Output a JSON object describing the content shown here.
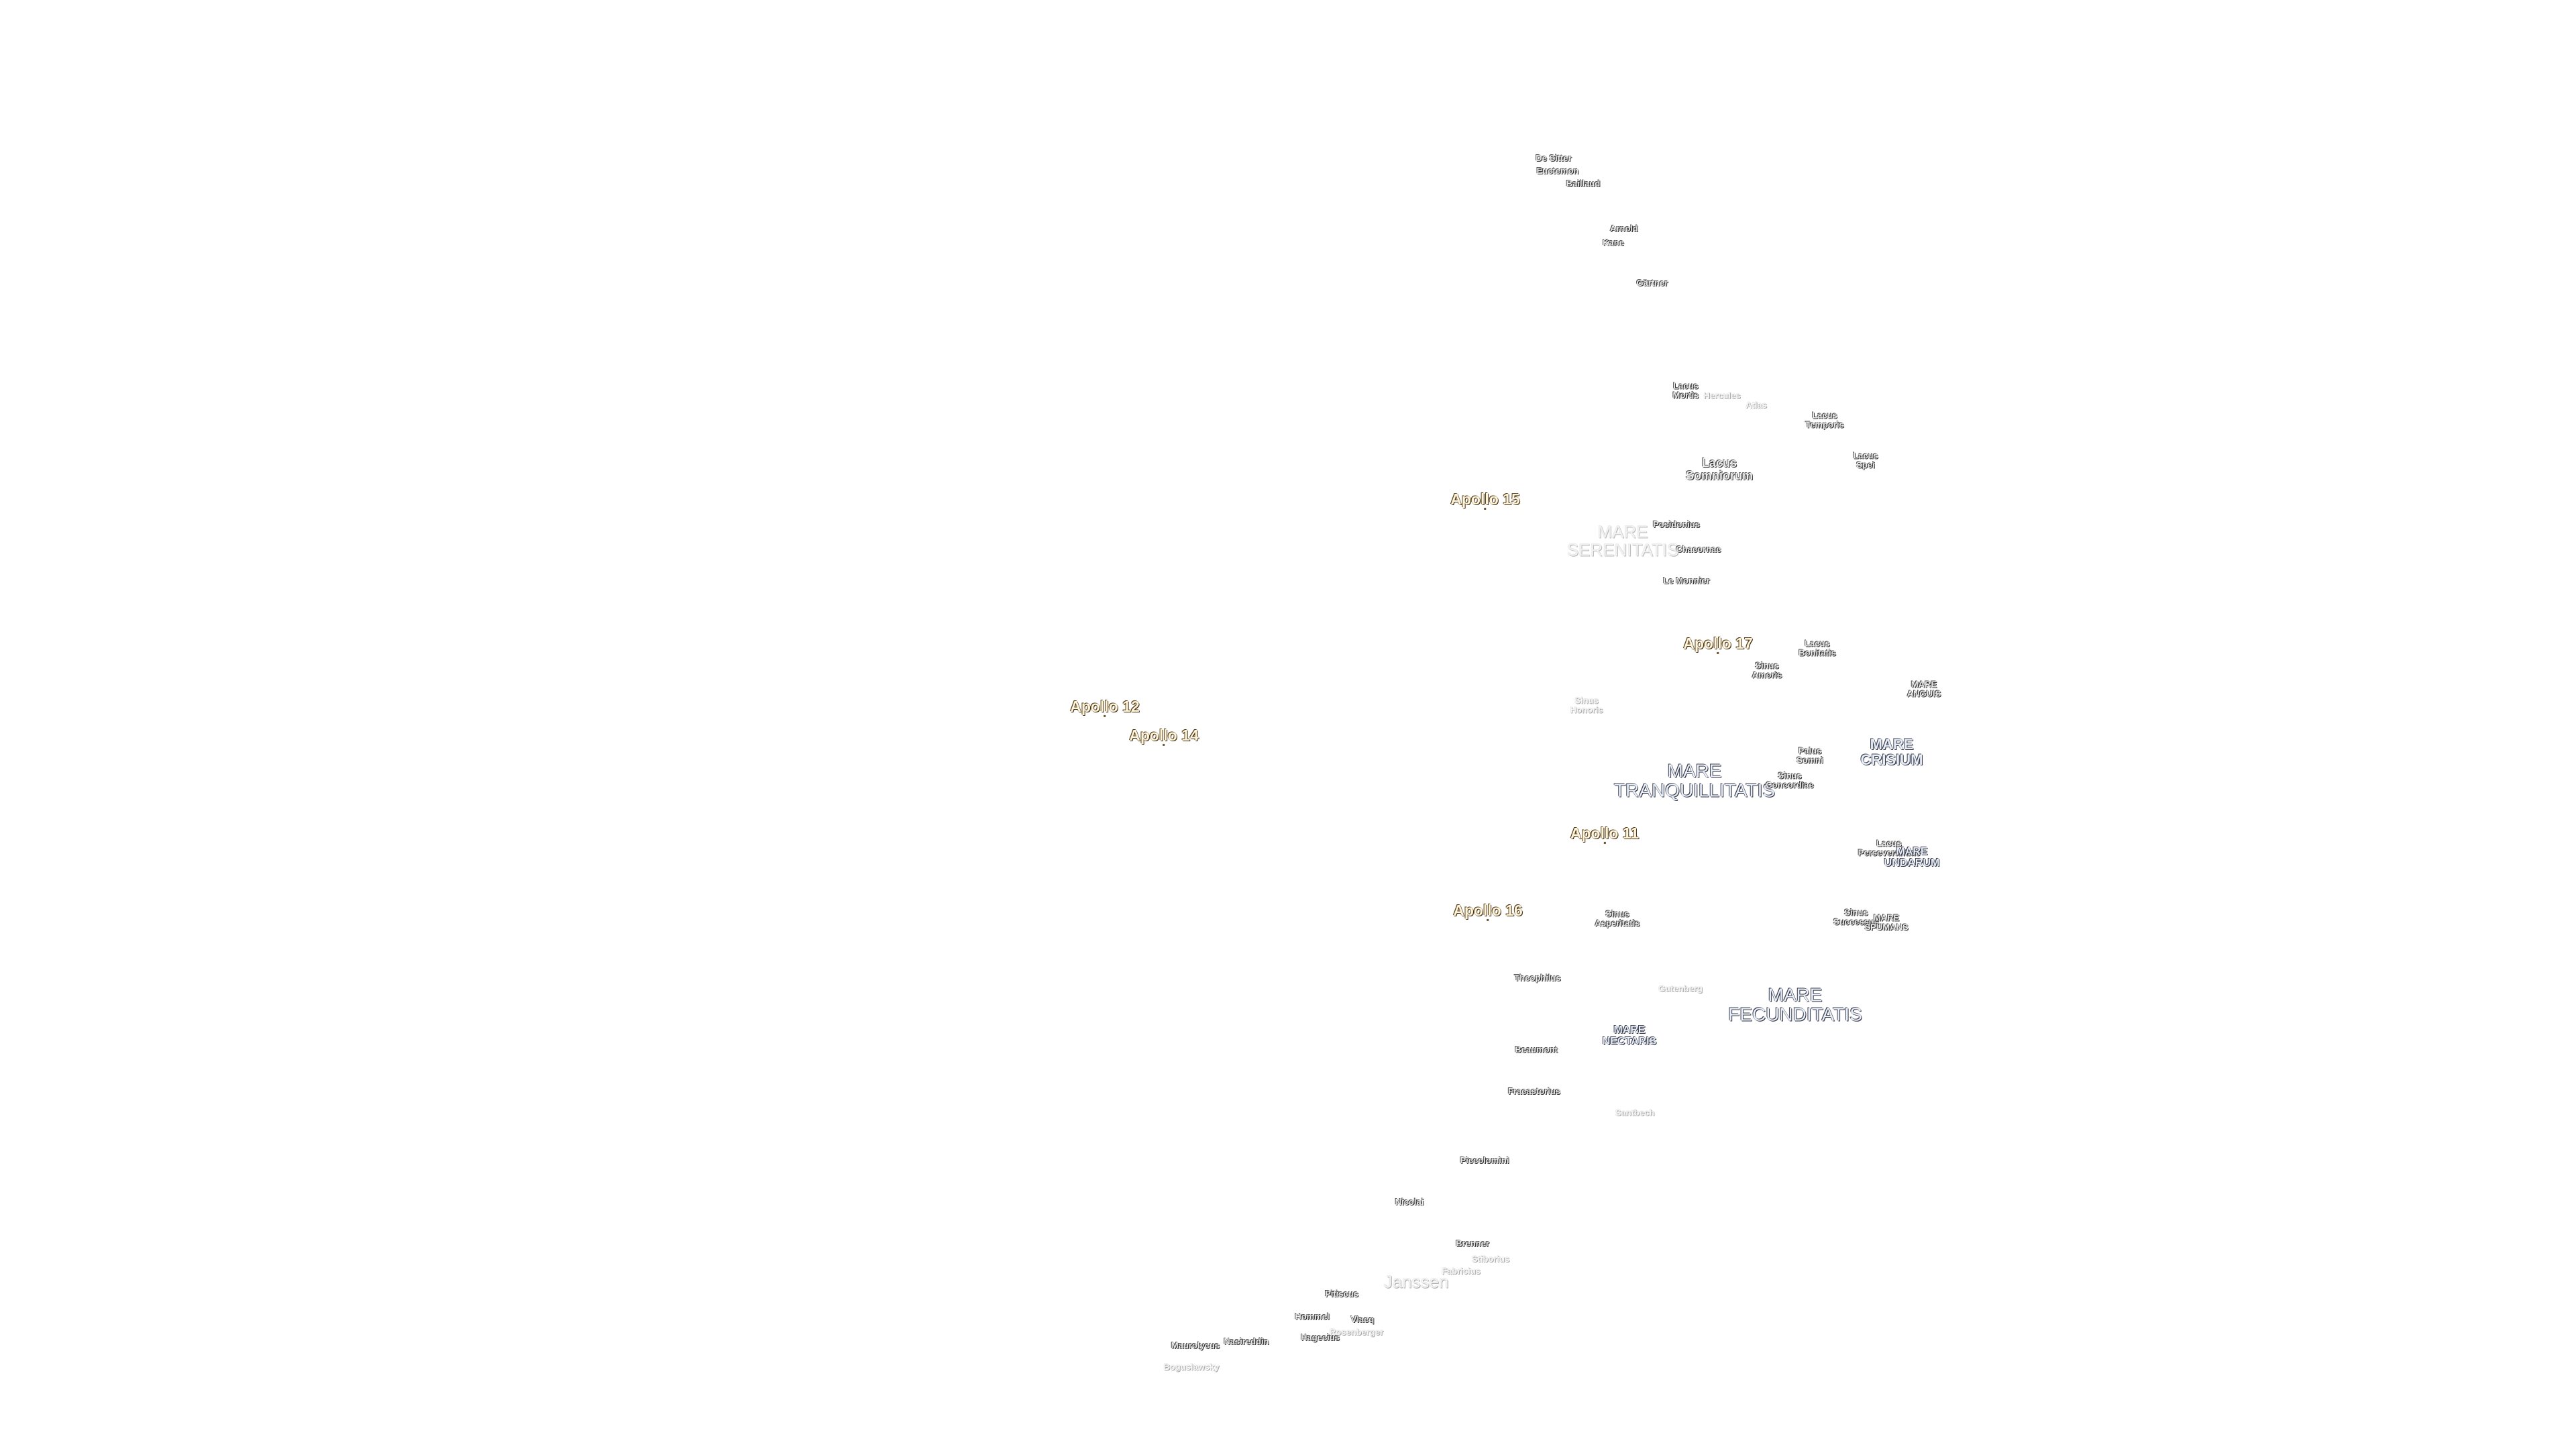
{
  "map": {
    "features": [
      {
        "id": "de-sitter",
        "lines": [
          "De Sitter"
        ],
        "style": "sm"
      },
      {
        "id": "euctemon",
        "lines": [
          "Euctemon"
        ],
        "style": "sm"
      },
      {
        "id": "baillaud",
        "lines": [
          "Baillaud"
        ],
        "style": "sm"
      },
      {
        "id": "arnold",
        "lines": [
          "Arnold"
        ],
        "style": "sm"
      },
      {
        "id": "kane",
        "lines": [
          "Kane"
        ],
        "style": "sm"
      },
      {
        "id": "gartner",
        "lines": [
          "Gärtner"
        ],
        "style": "sm"
      },
      {
        "id": "lacus-mortis",
        "lines": [
          "Lacus",
          "Mortis"
        ],
        "style": "sm"
      },
      {
        "id": "hercules",
        "lines": [
          "Hercules"
        ],
        "style": "faint"
      },
      {
        "id": "atlas",
        "lines": [
          "Atlas"
        ],
        "style": "faint"
      },
      {
        "id": "lacus-temporis",
        "lines": [
          "Lacus",
          "Temporis"
        ],
        "style": "sm"
      },
      {
        "id": "lacus-somniorum",
        "lines": [
          "Lacus",
          "Somniorum"
        ],
        "style": "md"
      },
      {
        "id": "lacus-spei",
        "lines": [
          "Lacus",
          "Spei"
        ],
        "style": "sm"
      },
      {
        "id": "apollo-15",
        "lines": [
          "Apollo 15"
        ],
        "style": "apollo"
      },
      {
        "id": "mare-serenitatis",
        "lines": [
          "MARE",
          "SERENITATIS"
        ],
        "style": "mare-faint"
      },
      {
        "id": "posidonius",
        "lines": [
          "Posidonius"
        ],
        "style": "sm"
      },
      {
        "id": "chacornac",
        "lines": [
          "Chacornac"
        ],
        "style": "sm"
      },
      {
        "id": "le-monnier",
        "lines": [
          "Le Monnier"
        ],
        "style": "sm"
      },
      {
        "id": "apollo-17",
        "lines": [
          "Apollo 17"
        ],
        "style": "apollo"
      },
      {
        "id": "lacus-bonitatis",
        "lines": [
          "Lacus",
          "Bonitatis"
        ],
        "style": "sm"
      },
      {
        "id": "sinus-amoris",
        "lines": [
          "Sinus",
          "Amoris"
        ],
        "style": "sm"
      },
      {
        "id": "mare-anguis",
        "lines": [
          "MARE",
          "ANGUIS"
        ],
        "style": "sm"
      },
      {
        "id": "apollo-12",
        "lines": [
          "Apollo 12"
        ],
        "style": "apollo"
      },
      {
        "id": "apollo-14",
        "lines": [
          "Apollo 14"
        ],
        "style": "apollo"
      },
      {
        "id": "sinus-honoris",
        "lines": [
          "Sinus",
          "Honoris"
        ],
        "style": "faint"
      },
      {
        "id": "palus-somni",
        "lines": [
          "Palus",
          "Somni"
        ],
        "style": "sm"
      },
      {
        "id": "mare-crisium",
        "lines": [
          "MARE",
          "CRISIUM"
        ],
        "style": "mare-md"
      },
      {
        "id": "mare-tranquillitatis",
        "lines": [
          "MARE",
          "TRANQUILLITATIS"
        ],
        "style": "mare-lg"
      },
      {
        "id": "sinus-concordiae",
        "lines": [
          "Sinus",
          "Concordiae"
        ],
        "style": "sm"
      },
      {
        "id": "apollo-11",
        "lines": [
          "Apollo 11"
        ],
        "style": "apollo"
      },
      {
        "id": "lacus-perseverantiae",
        "lines": [
          "Lacus",
          "Perseverantiae"
        ],
        "style": "sm"
      },
      {
        "id": "mare-undarum",
        "lines": [
          "MARE",
          "UNDARUM"
        ],
        "style": "mare-sm"
      },
      {
        "id": "apollo-16",
        "lines": [
          "Apollo 16"
        ],
        "style": "apollo"
      },
      {
        "id": "sinus-asperitatis",
        "lines": [
          "Sinus",
          "Asperitatis"
        ],
        "style": "sm"
      },
      {
        "id": "sinus-successus",
        "lines": [
          "Sinus",
          "Successus"
        ],
        "style": "sm"
      },
      {
        "id": "mare-spumans",
        "lines": [
          "MARE",
          "SPUMANS"
        ],
        "style": "sm"
      },
      {
        "id": "theophilus",
        "lines": [
          "Theophilus"
        ],
        "style": "sm"
      },
      {
        "id": "gutenberg",
        "lines": [
          "Gutenberg"
        ],
        "style": "faint"
      },
      {
        "id": "mare-fecunditatis",
        "lines": [
          "MARE",
          "FECUNDITATIS"
        ],
        "style": "mare-lg"
      },
      {
        "id": "mare-nectaris",
        "lines": [
          "MARE",
          "NECTARIS"
        ],
        "style": "mare-sm"
      },
      {
        "id": "beaumont",
        "lines": [
          "Beaumont"
        ],
        "style": "sm"
      },
      {
        "id": "fracastorius",
        "lines": [
          "Fracastorius"
        ],
        "style": "sm"
      },
      {
        "id": "santbech",
        "lines": [
          "Santbech"
        ],
        "style": "faint"
      },
      {
        "id": "piccolomini",
        "lines": [
          "Piccolomini"
        ],
        "style": "sm"
      },
      {
        "id": "nicolai",
        "lines": [
          "Nicolai"
        ],
        "style": "sm"
      },
      {
        "id": "brenner",
        "lines": [
          "Brenner"
        ],
        "style": "sm"
      },
      {
        "id": "stiborius",
        "lines": [
          "Stiborius"
        ],
        "style": "faint"
      },
      {
        "id": "fabricius",
        "lines": [
          "Fabricius"
        ],
        "style": "faint"
      },
      {
        "id": "janssen",
        "lines": [
          "Janssen"
        ],
        "style": "faint-lg"
      },
      {
        "id": "hommel",
        "lines": [
          "Hommel"
        ],
        "style": "sm"
      },
      {
        "id": "vlacq",
        "lines": [
          "Vlacq"
        ],
        "style": "sm"
      },
      {
        "id": "pitiscus",
        "lines": [
          "Pitiscus"
        ],
        "style": "sm"
      },
      {
        "id": "rosenberger",
        "lines": [
          "Rosenberger"
        ],
        "style": "faint"
      },
      {
        "id": "maurolycus",
        "lines": [
          "Maurolycus"
        ],
        "style": "sm"
      },
      {
        "id": "nasireddin",
        "lines": [
          "Nasireddin"
        ],
        "style": "sm"
      },
      {
        "id": "hagecius",
        "lines": [
          "Hagecius"
        ],
        "style": "sm"
      },
      {
        "id": "boguslawsky",
        "lines": [
          "Boguslawsky"
        ],
        "style": "faint"
      }
    ]
  }
}
